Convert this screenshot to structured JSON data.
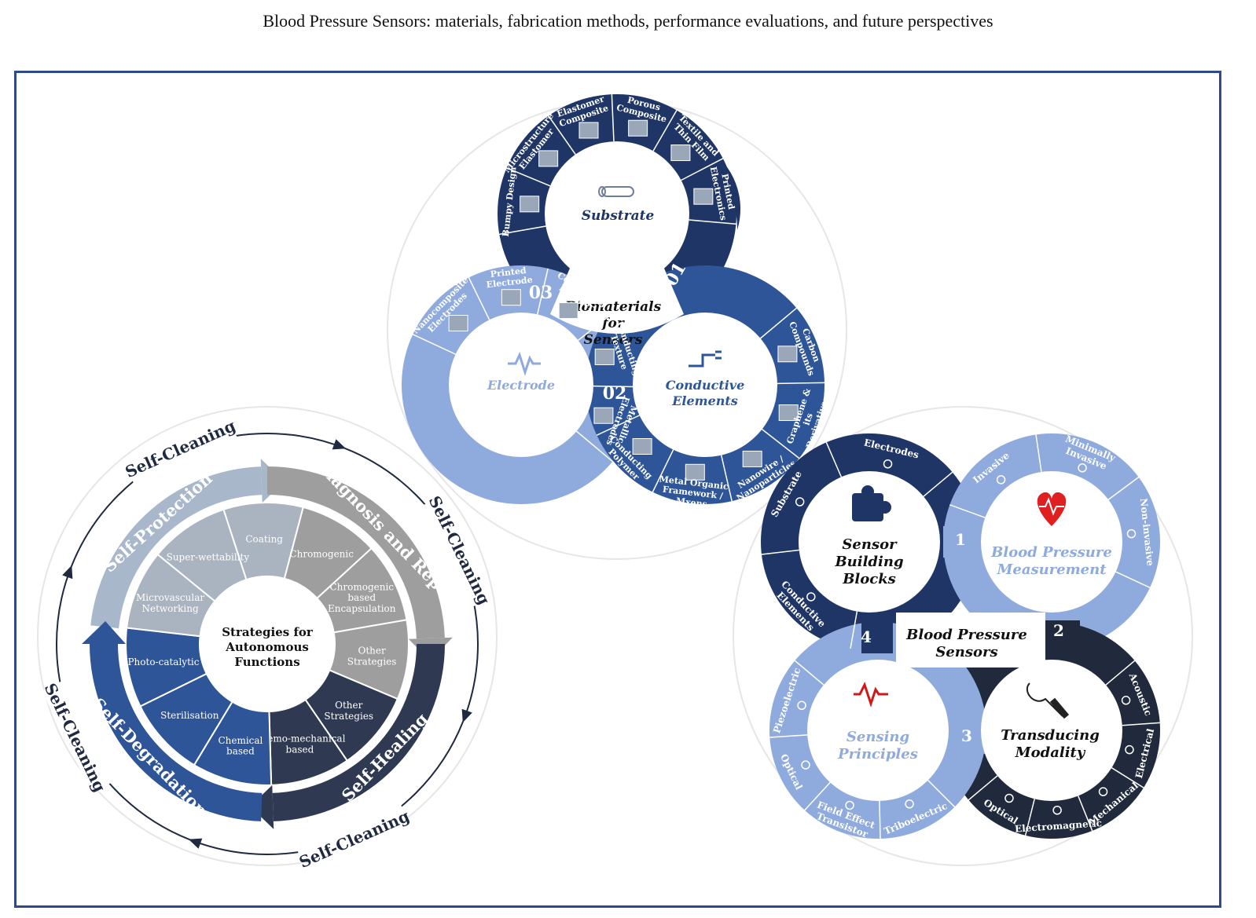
{
  "title": "Blood Pressure Sensors: materials, fabrication methods, performance evaluations, and future perspectives",
  "colors": {
    "frame": "#2e4a8a",
    "navy": "#1e3566",
    "mid": "#2e5597",
    "light": "#8faadc",
    "dark": "#202a3c",
    "grey": "#a6a6a6",
    "greyblue": "#a9b7cb"
  },
  "biomaterials": {
    "center": [
      "Biomaterials",
      "for",
      "Sensors"
    ],
    "substrate": {
      "label": "Substrate",
      "num": "01",
      "segments": [
        "Bumpy Design",
        "Microstructure Elastomer",
        "Elastomer Composite",
        "Porous Composite",
        "Textile and Thin Film",
        "Printed Electronics"
      ]
    },
    "conductive": {
      "label": [
        "Conductive",
        "Elements"
      ],
      "num": "02",
      "segments": [
        "Carbon Compounds",
        "Graphene & its Derivatives",
        "Nanowire / Nanoparticles",
        "Metal Organic Framework / Mxens",
        "Conducting Polymer"
      ]
    },
    "electrode": {
      "label": "Electrode",
      "num": "03",
      "segments": [
        "Nanocomposite Electrodes",
        "Printed Electrode",
        "Conducting Polymer",
        "Conducting Texture",
        "Metallic Electrodes"
      ]
    }
  },
  "strategies": {
    "center": [
      "Strategies for",
      "Autonomous",
      "Functions"
    ],
    "arrows": [
      "Self-Protection",
      "Self-Diagnosis and Reporting",
      "Self-Healing",
      "Self-Degradation"
    ],
    "outer": [
      "Self-Cleaning",
      "Self-Cleaning",
      "Self-Cleaning",
      "Self-Cleaning"
    ],
    "segments": [
      "Coating",
      "Chromogenic",
      "Chromogenic based Encapsulation",
      "Other Strategies",
      "Other Strategies",
      "Chemo-mechanical based",
      "Chemical based",
      "Sterilisation",
      "Photo-catalytic",
      "Microvascular Networking",
      "Super-wettability"
    ]
  },
  "bps": {
    "center": [
      "Blood Pressure",
      "Sensors"
    ],
    "q1": {
      "label": [
        "Blood Pressure",
        "Measurement"
      ],
      "num": "1",
      "segments": [
        "Invasive",
        "Minimally Invasive",
        "Non-invasive"
      ]
    },
    "q2": {
      "label": [
        "Transducing",
        "Modality"
      ],
      "num": "2",
      "segments": [
        "Acoustic",
        "Electrical",
        "Mechanical",
        "Electromagnetic",
        "Optical"
      ]
    },
    "q3": {
      "label": [
        "Sensing",
        "Principles"
      ],
      "num": "3",
      "segments": [
        "Triboelectric",
        "Field Effect Transistor",
        "Optical",
        "Piezoelectric"
      ]
    },
    "q4": {
      "label": [
        "Sensor",
        "Building",
        "Blocks"
      ],
      "num": "4",
      "segments": [
        "Conductive Elements",
        "Substrate",
        "Electrodes"
      ]
    }
  }
}
